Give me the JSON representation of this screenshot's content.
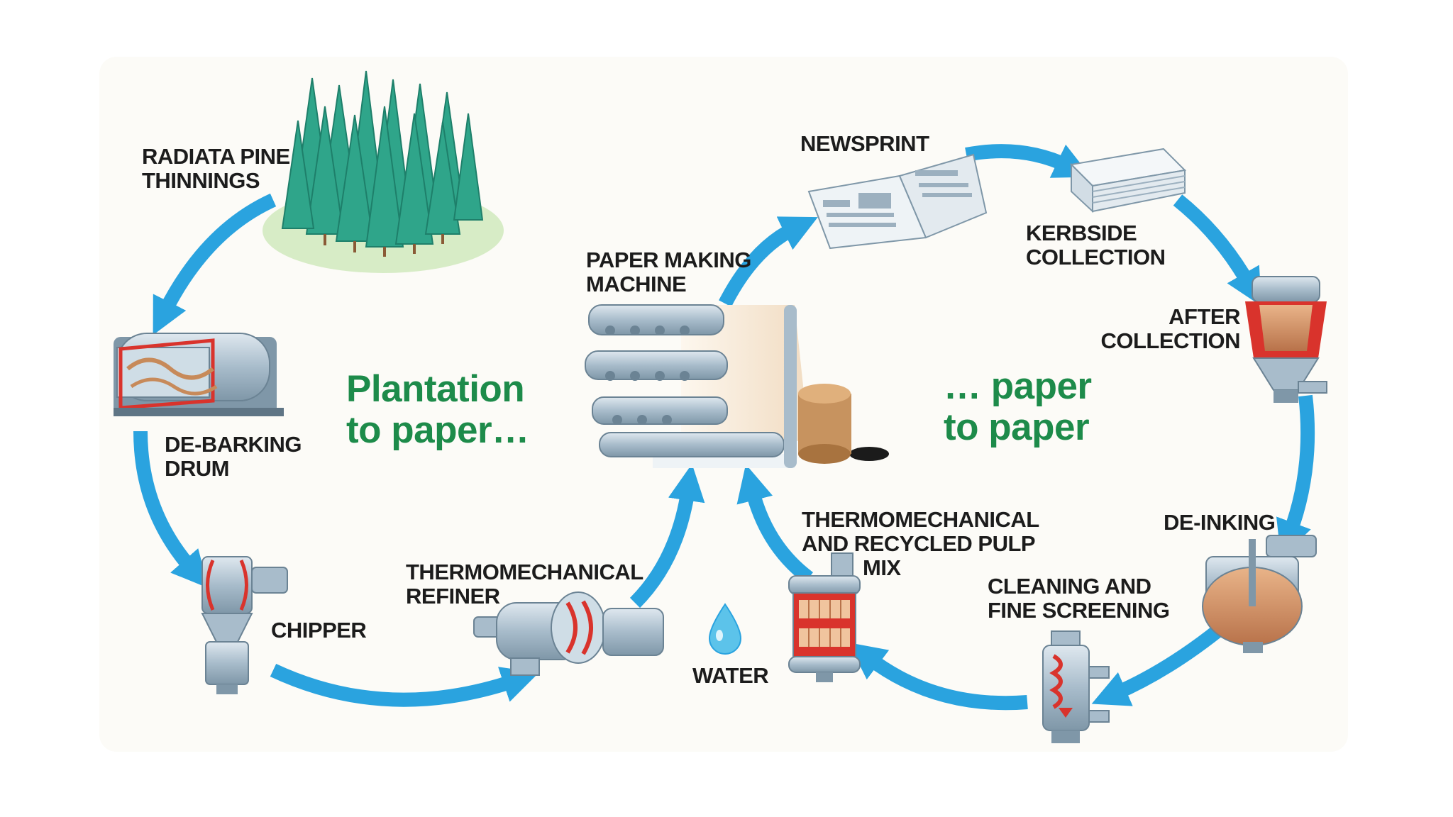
{
  "colors": {
    "arrow": "#2aa3df",
    "title_green": "#1d8b4a",
    "label_text": "#1c1c1c",
    "panel_bg": "#fcfbf7",
    "tree": "#2fa58a",
    "machine": "#a8bccb",
    "accent_red": "#d9332c",
    "pulp": "#d79a6a"
  },
  "titles": {
    "left_line1": "Plantation",
    "left_line2": "to paper…",
    "right_line1": "… paper",
    "right_line2": "to paper"
  },
  "stages": {
    "pine": [
      "RADIATA PINE",
      "THINNINGS"
    ],
    "debarking": [
      "DE-BARKING",
      "DRUM"
    ],
    "chipper": [
      "CHIPPER"
    ],
    "refiner": [
      "THERMOMECHANICAL",
      "REFINER"
    ],
    "water": [
      "WATER"
    ],
    "paper_machine": [
      "PAPER MAKING",
      "MACHINE"
    ],
    "newsprint": [
      "NEWSPRINT"
    ],
    "kerbside": [
      "KERBSIDE",
      "COLLECTION"
    ],
    "after_collection": [
      "AFTER",
      "COLLECTION"
    ],
    "deinking": [
      "DE-INKING"
    ],
    "cleaning": [
      "CLEANING AND",
      "FINE SCREENING"
    ],
    "pulp_mix": [
      "THERMOMECHANICAL",
      "AND RECYCLED PULP",
      "MIX"
    ]
  },
  "icons": [
    "pine-forest-icon",
    "debarking-drum-icon",
    "chipper-icon",
    "refiner-icon",
    "water-drop-icon",
    "paper-machine-icon",
    "newspaper-icon",
    "paper-stack-icon",
    "collection-vat-icon",
    "deinking-tank-icon",
    "cleaning-screen-icon",
    "pulp-mix-tank-icon"
  ]
}
